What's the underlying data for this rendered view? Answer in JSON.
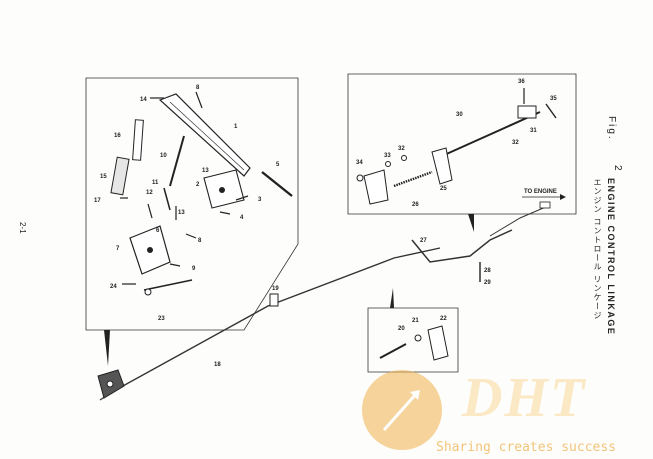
{
  "figure": {
    "label": "Fig.",
    "number": "2",
    "title_jp": "エンジン コントロール リンケージ",
    "title_en": "ENGINE CONTROL LINKAGE",
    "page_number": "2-1"
  },
  "annotations": {
    "to_engine": "TO ENGINE"
  },
  "watermark": {
    "brand": "DHT",
    "slogan": "Sharing creates success"
  },
  "part_numbers": [
    "1",
    "2",
    "3",
    "4",
    "5",
    "6",
    "7",
    "8",
    "9",
    "10",
    "11",
    "12",
    "13",
    "14",
    "15",
    "16",
    "17",
    "18",
    "19",
    "20",
    "21",
    "22",
    "23",
    "24",
    "25",
    "26",
    "27",
    "28",
    "29",
    "30",
    "31",
    "32",
    "33",
    "34",
    "35",
    "36"
  ],
  "colors": {
    "ink": "#222222",
    "paper": "#fdfdfb",
    "watermark_orange": "#f2b24c"
  }
}
